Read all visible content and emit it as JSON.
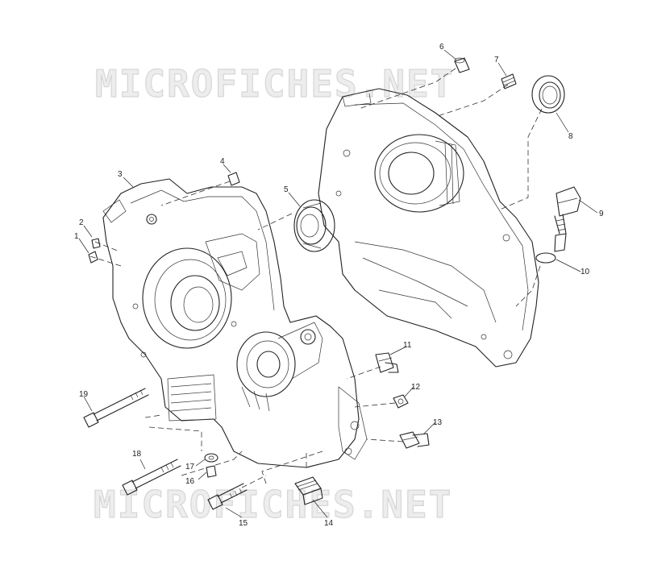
{
  "watermark": {
    "top_text": "MICROFICHES.NET",
    "bottom_text": "MICROFICHES.NET"
  },
  "callouts": [
    "1",
    "2",
    "3",
    "4",
    "5",
    "6",
    "7",
    "8",
    "9",
    "10",
    "11",
    "12",
    "13",
    "14",
    "15",
    "16",
    "17",
    "18",
    "19"
  ],
  "colors": {
    "line": "#222222",
    "watermark": "#d6d6d6",
    "background": "#ffffff"
  }
}
